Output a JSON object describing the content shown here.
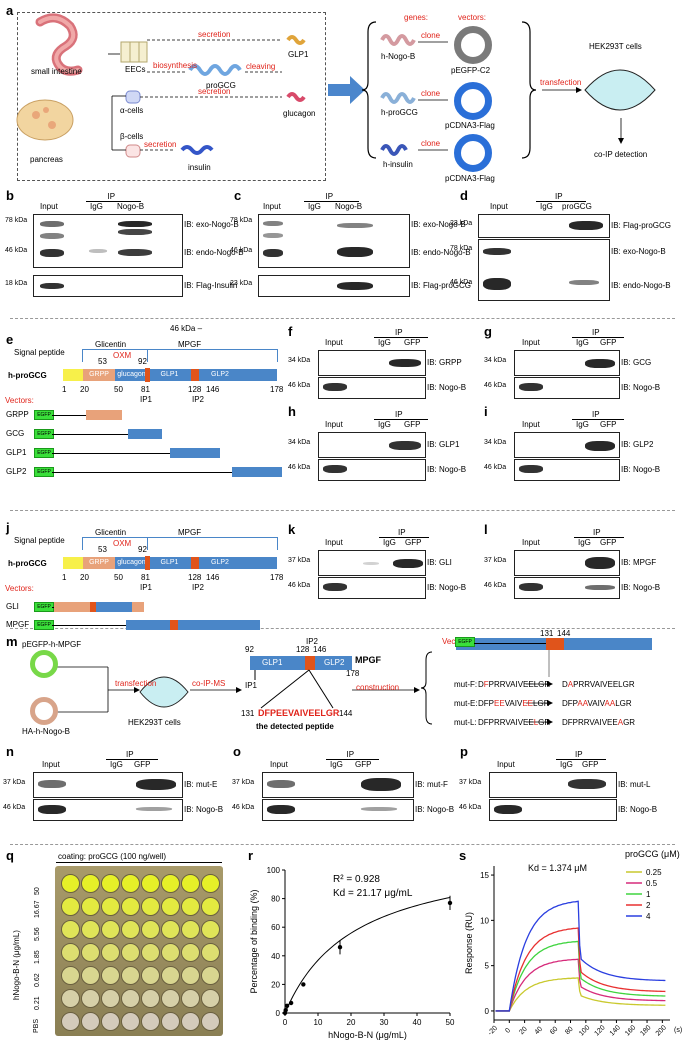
{
  "panels": {
    "a": "a",
    "b": "b",
    "c": "c",
    "d": "d",
    "e": "e",
    "f": "f",
    "g": "g",
    "h": "h",
    "i": "i",
    "j": "j",
    "k": "k",
    "l": "l",
    "m": "m",
    "n": "n",
    "o": "o",
    "p": "p",
    "q": "q",
    "r": "r",
    "s": "s"
  },
  "a": {
    "small_intestine": "small intestine",
    "eecs": "EECs",
    "pancreas": "pancreas",
    "alpha": "α-cells",
    "beta": "β-cells",
    "biosynthesis": "biosynthesis",
    "secretion": "secretion",
    "cleaving": "cleaving",
    "progcg": "proGCG",
    "glp1": "GLP1",
    "glucagon": "glucagon",
    "insulin": "insulin",
    "genes": "genes:",
    "vectors": "vectors:",
    "h_nogo": "h-Nogo-B",
    "h_progcg": "h-proGCG",
    "h_insulin": "h-insulin",
    "clone": "clone",
    "v1": "pEGFP-C2",
    "v2": "pCDNA3-Flag",
    "v3": "pCDNA3-Flag",
    "transfection": "transfection",
    "hek": "HEK293T cells",
    "coip": "co-IP detection"
  },
  "common": {
    "input": "Input",
    "ip": "IP",
    "igg": "IgG",
    "gfp": "GFP",
    "nogo": "Nogo-B",
    "progcg": "proGCG"
  },
  "mw": {
    "k78": "78 kDa",
    "k46": "46 kDa",
    "k18": "18 kDa",
    "k23": "23 kDa",
    "k34": "34 kDa",
    "k37": "37 kDa",
    "k46dash": "46 kDa –"
  },
  "b": {
    "ib1": "IB: exo-Nogo-B",
    "ib2": "IB: endo-Nogo-B",
    "ib3": "IB: Flag-Insulin"
  },
  "c": {
    "ib1": "IB: exo-Nogo-B",
    "ib2": "IB: endo-Nogo-B",
    "ib3": "IB: Flag-proGCG"
  },
  "d": {
    "ib1": "IB: Flag-proGCG",
    "ib2": "IB: exo-Nogo-B",
    "ib3": "IB: endo-Nogo-B"
  },
  "e": {
    "signal": "Signal peptide",
    "glicentin": "Glicentin",
    "mpgf": "MPGF",
    "oxm": "OXM",
    "n53": "53",
    "n92": "92",
    "name": "h-proGCG",
    "grpp": "GRPP",
    "glucagon": "glucagon",
    "glp1": "GLP1",
    "glp2": "GLP2",
    "n1": "1",
    "n20": "20",
    "n50": "50",
    "n81": "81",
    "n128": "128",
    "n146": "146",
    "n178": "178",
    "ip1": "IP1",
    "ip2": "IP2",
    "vectors": "Vectors:",
    "egfp": "EGFP",
    "v_grpp": "GRPP",
    "v_gcg": "GCG",
    "v_glp1": "GLP1",
    "v_glp2": "GLP2"
  },
  "f": {
    "ib1": "IB: GRPP",
    "ib2": "IB: Nogo-B"
  },
  "g": {
    "ib1": "IB: GCG",
    "ib2": "IB: Nogo-B"
  },
  "h": {
    "ib1": "IB: GLP1",
    "ib2": "IB: Nogo-B"
  },
  "i": {
    "ib1": "IB: GLP2",
    "ib2": "IB: Nogo-B"
  },
  "j": {
    "v_gli": "GLI",
    "v_mpgf": "MPGF"
  },
  "k": {
    "ib1": "IB: GLI",
    "ib2": "IB: Nogo-B"
  },
  "l": {
    "ib1": "IB: MPGF",
    "ib2": "IB: Nogo-B"
  },
  "m": {
    "pegfp": "pEGFP-h-MPGF",
    "ha": "HA-h-Nogo-B",
    "transfection": "transfection",
    "hek": "HEK293T cells",
    "coipms": "co-IP-MS",
    "construction": "construction",
    "n92": "92",
    "n128": "128",
    "n146": "146",
    "n178": "178",
    "ip1": "IP1",
    "ip2": "IP2",
    "glp1": "GLP1",
    "glp2": "GLP2",
    "mpgf": "MPGF",
    "n131": "131",
    "n144": "144",
    "peptide": "DFPEEVAIVEELGR",
    "detected": "the detected peptide",
    "vectors": "Vectors:",
    "egfp": "EGFP",
    "v131": "131",
    "v144": "144",
    "mutF": "mut-F:",
    "mutE": "mut-E:",
    "mutL": "mut-L:",
    "wtF": "DFPRRVAIVEELGR",
    "wtE": "DFPEEVAIVEELGR",
    "wtL": "DFPRRVAIVEELGR",
    "resF": "DAPRRVAIVEELGR",
    "resE": "DFPAAVAIVAALGR",
    "resL": "DFPRRVAIVEEAGR"
  },
  "n": {
    "ib1": "IB: mut-E",
    "ib2": "IB: Nogo-B"
  },
  "o": {
    "ib1": "IB: mut-F",
    "ib2": "IB: Nogo-B"
  },
  "p": {
    "ib1": "IB: mut-L",
    "ib2": "IB: Nogo-B"
  },
  "q": {
    "coating": "coating: proGCG (100 ng/well)",
    "ylabel": "hNogo-B-N (μg/mL)",
    "conc": [
      "50",
      "16.67",
      "5.56",
      "1.85",
      "0.62",
      "0.21",
      "PBS"
    ]
  },
  "r": {
    "r2": "R² = 0.928",
    "kd": "Kd = 21.17 μg/mL"
  },
  "s": {
    "kd": "Kd = 1.374 μM",
    "legend_title": "proGCG (μM)",
    "unit": "(s)"
  },
  "chart_data": [
    {
      "type": "scatter",
      "panel": "r",
      "xlabel": "hNogo-B-N (μg/mL)",
      "ylabel": "Percentage of binding (%)",
      "xlim": [
        0,
        50
      ],
      "ylim": [
        0,
        100
      ],
      "xticks": [
        "0",
        "10",
        "20",
        "30",
        "40",
        "50"
      ],
      "yticks": [
        "0",
        "20",
        "40",
        "60",
        "80",
        "100"
      ],
      "x": [
        0,
        0.21,
        0.62,
        1.85,
        5.56,
        16.67,
        50
      ],
      "y": [
        0,
        2,
        5,
        7,
        20,
        46,
        77
      ],
      "fit": {
        "kind": "one-site",
        "bmax": 115,
        "kd": 21.17
      }
    },
    {
      "type": "line",
      "panel": "s",
      "xlabel": "",
      "ylabel": "Response (RU)",
      "xlim": [
        -20,
        210
      ],
      "ylim": [
        -1,
        16
      ],
      "xticks": [
        "-20",
        "0",
        "20",
        "40",
        "60",
        "80",
        "100",
        "120",
        "140",
        "160",
        "180",
        "200"
      ],
      "yticks": [
        "0",
        "5",
        "10",
        "15"
      ],
      "series": [
        {
          "name": "0.25",
          "color": "#c9c92e",
          "plateau": 3.7,
          "end": 0.6
        },
        {
          "name": "0.5",
          "color": "#d62a7a",
          "plateau": 5.8,
          "end": 1.1
        },
        {
          "name": "1",
          "color": "#3fd43f",
          "plateau": 7.8,
          "end": 1.6
        },
        {
          "name": "2",
          "color": "#e83030",
          "plateau": 9.3,
          "end": 2.1
        },
        {
          "name": "4",
          "color": "#2b3fe0",
          "plateau": 12.3,
          "end": 3.3
        }
      ]
    }
  ]
}
